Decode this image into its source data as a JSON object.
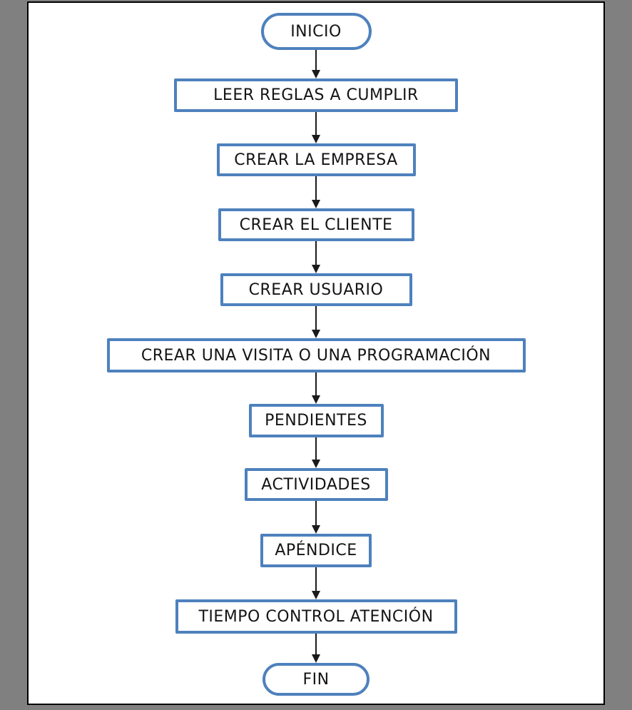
{
  "flowchart": {
    "nodes": [
      {
        "label": "INICIO",
        "type": "terminator"
      },
      {
        "label": "LEER REGLAS A CUMPLIR",
        "type": "process"
      },
      {
        "label": "CREAR LA EMPRESA",
        "type": "process"
      },
      {
        "label": "CREAR EL CLIENTE",
        "type": "process"
      },
      {
        "label": "CREAR USUARIO",
        "type": "process"
      },
      {
        "label": "CREAR UNA VISITA O UNA PROGRAMACIÓN",
        "type": "process"
      },
      {
        "label": "PENDIENTES",
        "type": "process"
      },
      {
        "label": "ACTIVIDADES",
        "type": "process"
      },
      {
        "label": "APÉNDICE",
        "type": "process"
      },
      {
        "label": "TIEMPO CONTROL ATENCIÓN",
        "type": "process"
      },
      {
        "label": "FIN",
        "type": "terminator"
      }
    ],
    "connections": [
      {
        "from": "INICIO",
        "to": "LEER REGLAS A CUMPLIR",
        "direction": "down"
      },
      {
        "from": "LEER REGLAS A CUMPLIR",
        "to": "CREAR LA EMPRESA",
        "direction": "down"
      },
      {
        "from": "CREAR LA EMPRESA",
        "to": "CREAR EL CLIENTE",
        "direction": "down"
      },
      {
        "from": "CREAR EL CLIENTE",
        "to": "CREAR USUARIO",
        "direction": "down"
      },
      {
        "from": "CREAR USUARIO",
        "to": "CREAR UNA VISITA O UNA PROGRAMACIÓN",
        "direction": "down"
      },
      {
        "from": "CREAR UNA VISITA O UNA PROGRAMACIÓN",
        "to": "PENDIENTES",
        "direction": "down"
      },
      {
        "from": "PENDIENTES",
        "to": "ACTIVIDADES",
        "direction": "down"
      },
      {
        "from": "ACTIVIDADES",
        "to": "APÉNDICE",
        "direction": "down"
      },
      {
        "from": "APÉNDICE",
        "to": "TIEMPO CONTROL ATENCIÓN",
        "direction": "down"
      },
      {
        "from": "TIEMPO CONTROL ATENCIÓN",
        "to": "FIN",
        "direction": "down"
      }
    ],
    "colors": {
      "shape_border": "#4e81bd",
      "shape_fill": "#ffffff",
      "text": "#141414",
      "arrow": "#1a1a1a",
      "page_background": "#ffffff",
      "page_border": "#000000",
      "canvas_background": "#808080"
    }
  }
}
